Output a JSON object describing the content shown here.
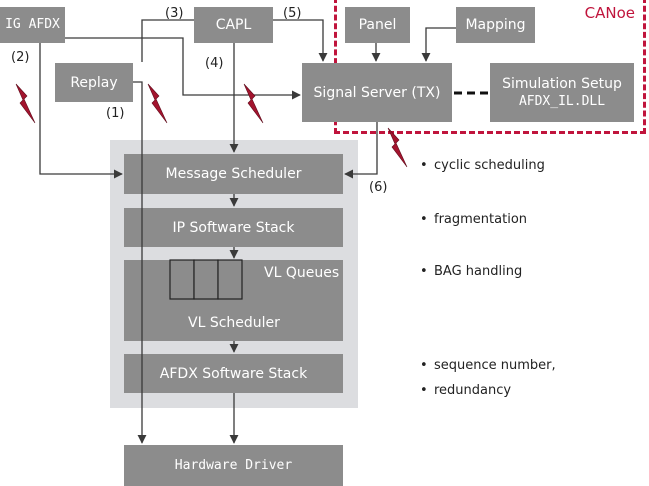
{
  "blocks": {
    "ig_afdx": "IG AFDX",
    "capl": "CAPL",
    "replay": "Replay",
    "panel": "Panel",
    "mapping": "Mapping",
    "signal_server": "Signal Server (TX)",
    "simulation_setup_line1": "Simulation Setup",
    "simulation_setup_line2": "AFDX_IL.DLL",
    "message_scheduler": "Message Scheduler",
    "ip_software_stack": "IP Software Stack",
    "vl_queues": "VL Queues",
    "vl_scheduler": "VL Scheduler",
    "afdx_software_stack": "AFDX Software Stack",
    "hardware_driver": "Hardware Driver"
  },
  "canoe_label": "CANoe",
  "path_labels": {
    "p1": "(1)",
    "p2": "(2)",
    "p3": "(3)",
    "p4": "(4)",
    "p5": "(5)",
    "p6": "(6)"
  },
  "features": [
    "cyclic scheduling",
    "fragmentation",
    "BAG handling",
    "sequence number,",
    "redundancy"
  ],
  "colors": {
    "block": "#8c8c8c",
    "stack_background": "#dcdde0",
    "canoe_border": "#c0143c",
    "arrow": "#3a3a3a",
    "lightning": "#a3142e"
  },
  "icons": {
    "lightning": "lightning-bolt-icon"
  }
}
